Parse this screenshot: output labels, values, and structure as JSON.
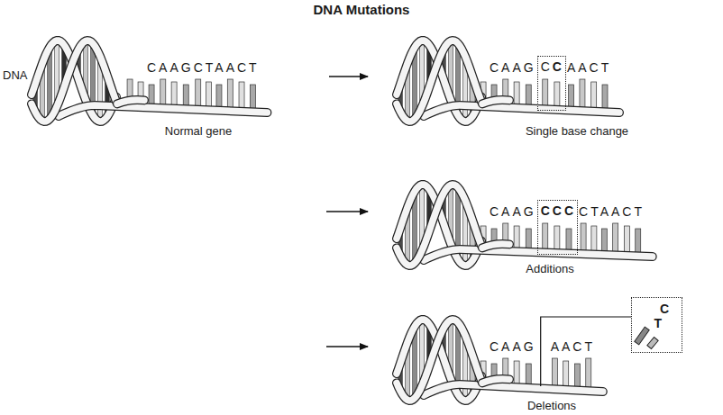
{
  "diagram": {
    "title": "DNA Mutations",
    "nodes": [
      {
        "text": [
          "C",
          "C"
        ]
      },
      {
        "text": [
          "CCC"
        ]
      },
      {
        "text": [
          "C",
          "T"
        ]
      }
    ],
    "labels": [
      "DNA",
      "CAAGCTAACT",
      "Normal gene",
      "CAAG",
      "AACT",
      "Single base change",
      "CAAG",
      "CTAACT",
      "Additions",
      "CAAG",
      "AACT",
      "Deletions"
    ]
  }
}
